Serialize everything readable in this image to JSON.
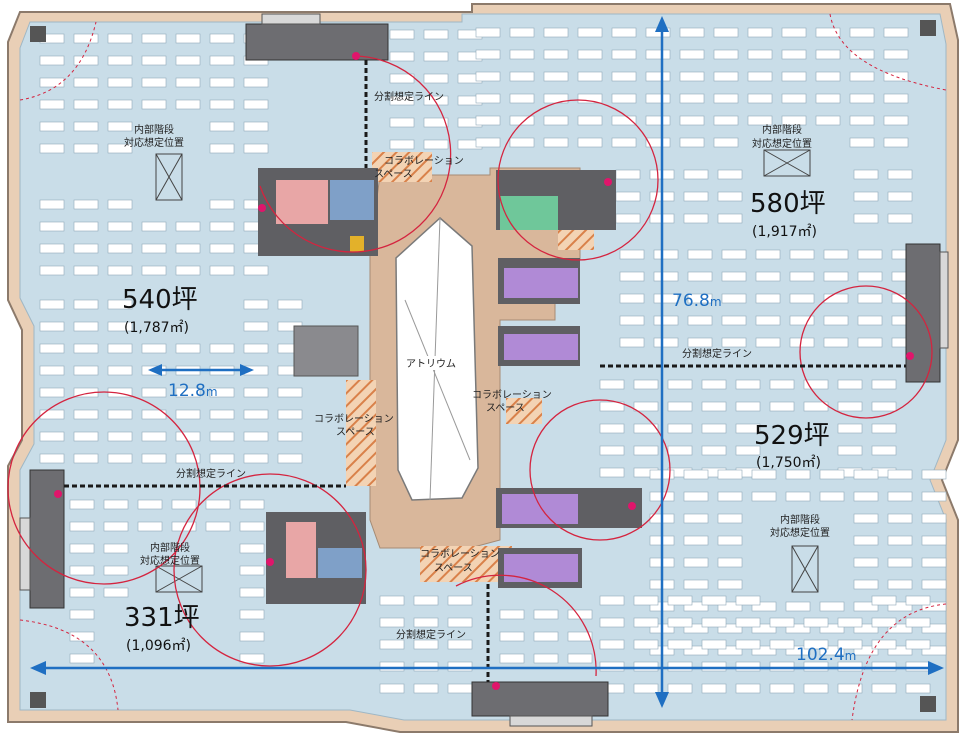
{
  "colors": {
    "office": "#c9dde8",
    "corridor": "#d9b79b",
    "outer_frame": "#e9cfb6",
    "core": "#5f5f63",
    "wet": "#e8a6a6",
    "wet_blue": "#7fa0c8",
    "meeting": "#b08ad6",
    "meeting_green": "#6fc79a",
    "collab_hatch": "#d9814a",
    "radius": "#d4243f",
    "dimension": "#1f6fc2",
    "split_line": "#1a1a1a"
  },
  "areas": [
    {
      "tsubo": "540坪",
      "m2": "(1,787㎡)"
    },
    {
      "tsubo": "580坪",
      "m2": "(1,917㎡)"
    },
    {
      "tsubo": "529坪",
      "m2": "(1,750㎡)"
    },
    {
      "tsubo": "331坪",
      "m2": "(1,096㎡)"
    }
  ],
  "labels": {
    "split": "分割想定ライン",
    "atrium": "アトリウム",
    "collab_1": "コラボレーション",
    "collab_2": "スペース",
    "stair_1": "内部階段",
    "stair_2": "対応想定位置"
  },
  "dimensions": {
    "width_value": "102.4",
    "height_value": "76.8",
    "depth_value": "12.8",
    "unit": "m"
  }
}
